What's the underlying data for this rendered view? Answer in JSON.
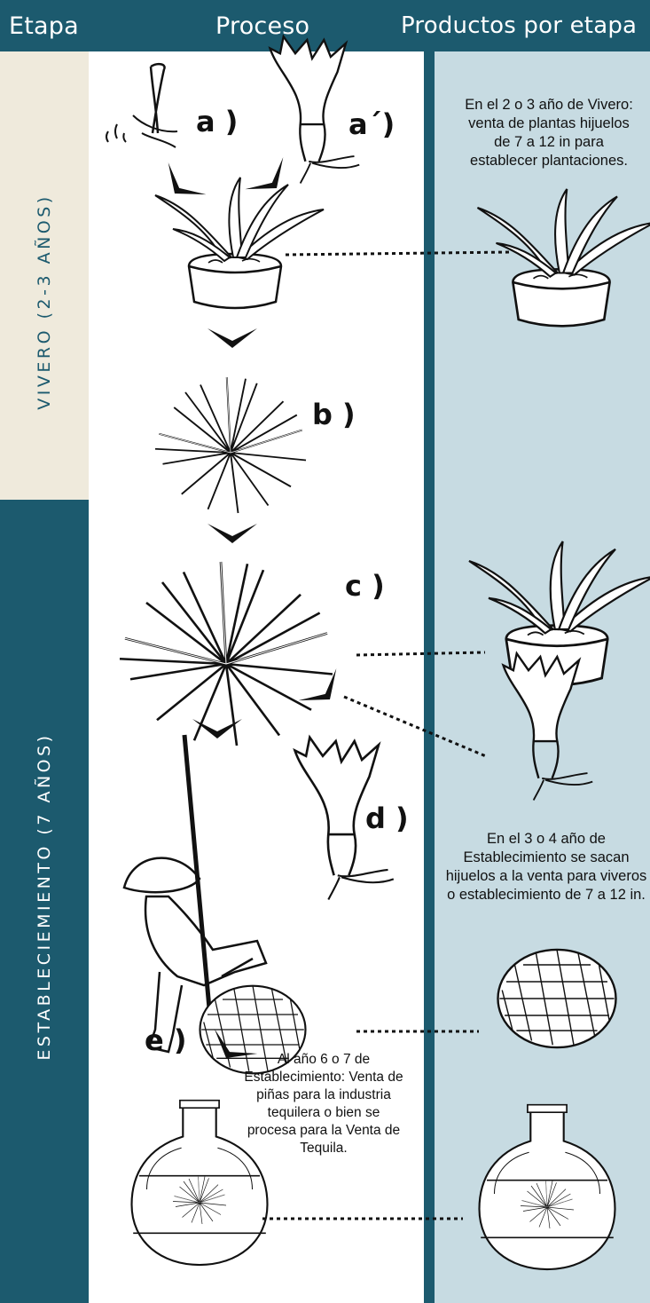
{
  "headers": {
    "stage": "Etapa",
    "process": "Proceso",
    "products": "Productos por etapa"
  },
  "stages": {
    "nursery": "VIVERO (2-3 AÑOS)",
    "establishment": "ESTABLECIEMIENTO (7 AÑOS)"
  },
  "labels": {
    "a": "a )",
    "a_prime": "a´)",
    "b": "b )",
    "c": "c )",
    "d": "d )",
    "e": "e )"
  },
  "texts": {
    "nursery_products": "En el  2 o 3 año  de Vivero: venta de plantas hijuelos de 7 a 12 in para establecer plantaciones.",
    "establishment_suckers": "En el  3 o 4 año  de Establecimiento se sacan hijuelos a la venta para viveros o establecimiento de 7 a 12 in.",
    "establishment_pinas": "Al año 6 o 7  de Establecimiento: Venta de piñas para la industria tequilera o bien se procesa para la Venta de Tequila."
  },
  "colors": {
    "teal": "#1c5a6e",
    "cream": "#efeadc",
    "light_blue": "#c7dbe2",
    "ink": "#111111"
  }
}
